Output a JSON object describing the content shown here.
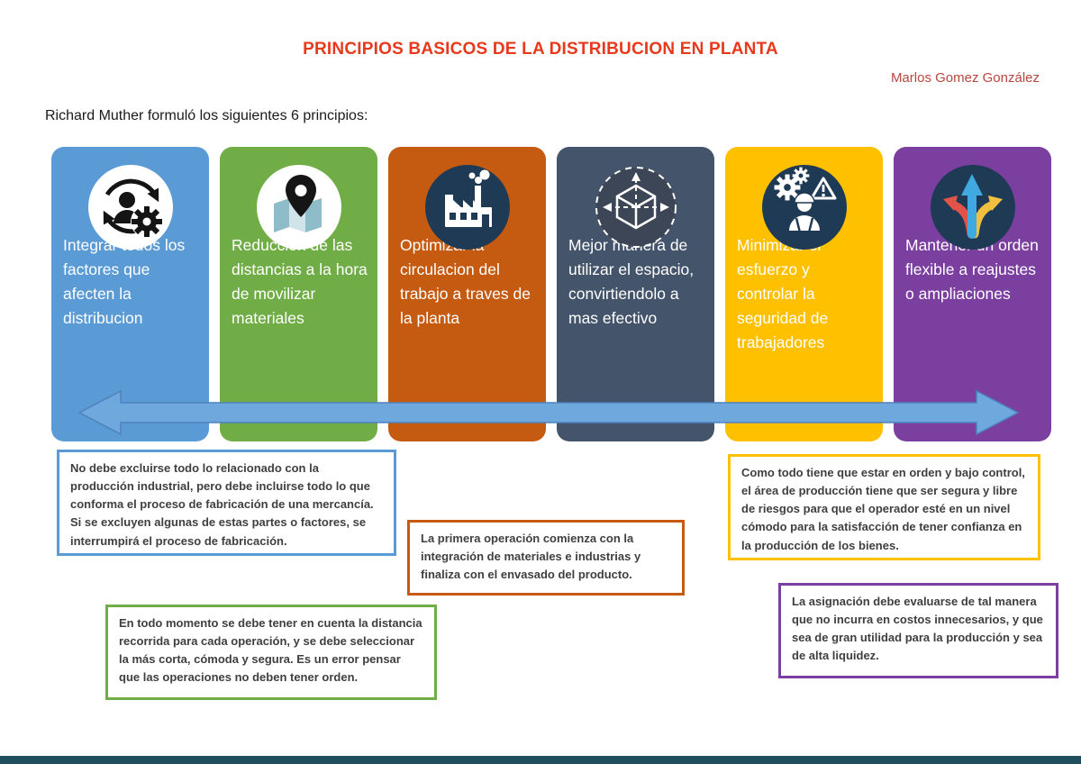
{
  "header": {
    "title": "PRINCIPIOS BASICOS DE LA DISTRIBUCION EN PLANTA",
    "author": "Marlos Gomez González",
    "intro": "Richard Muther formuló los siguientes 6 principios:"
  },
  "colors": {
    "title": "#E8391D",
    "author": "#B8473D",
    "arrow": "#6FA8DC",
    "bottom_bar": "#1F4E5C"
  },
  "principles": [
    {
      "label": "Integrar todos los factores que afecten la distribucion",
      "color": "#5B9BD5",
      "icon": "person-cycle-gear"
    },
    {
      "label": "Reduccion de las distancias a la hora de movilizar materiales",
      "color": "#70AD47",
      "icon": "map-location-pin"
    },
    {
      "label": "Optimizar la circulacion del trabajo a traves de la planta",
      "color": "#C55A11",
      "icon": "factory"
    },
    {
      "label": "Mejor manera de utilizar el espacio, convirtiendolo a mas efectivo",
      "color": "#44546A",
      "icon": "space-cube"
    },
    {
      "label": "Minimizar el esfuerzo y controlar la seguridad de trabajadores",
      "color": "#FFC000",
      "icon": "worker-safety"
    },
    {
      "label": "Mantener un orden flexible a reajustes o ampliaciones",
      "color": "#7B3FA0",
      "icon": "flexible-arrows"
    }
  ],
  "notes": [
    {
      "border": "#5B9BD5",
      "text": "No debe excluirse todo lo relacionado con la producción industrial, pero debe incluirse todo lo que conforma el proceso de fabricación de una mercancía. Si se excluyen algunas de estas partes o factores, se interrumpirá el proceso de fabricación."
    },
    {
      "border": "#C55A11",
      "text": "La primera operación comienza con la integración de materiales e industrias y finaliza con el envasado del producto."
    },
    {
      "border": "#FFC000",
      "text": "Como todo tiene que estar en orden y bajo control, el área de producción tiene que ser segura y libre de riesgos para que el operador esté en un nivel cómodo para la satisfacción de tener confianza en la producción de los bienes."
    },
    {
      "border": "#70AD47",
      "text": "En todo momento se debe tener en cuenta la distancia recorrida para cada operación, y se debe seleccionar la más corta, cómoda y segura. Es un error pensar que las operaciones no deben tener orden."
    },
    {
      "border": "#7B3FA0",
      "text": "La asignación debe evaluarse de tal manera que no incurra en costos innecesarios, y que sea de gran utilidad para la producción y sea de alta liquidez."
    }
  ]
}
